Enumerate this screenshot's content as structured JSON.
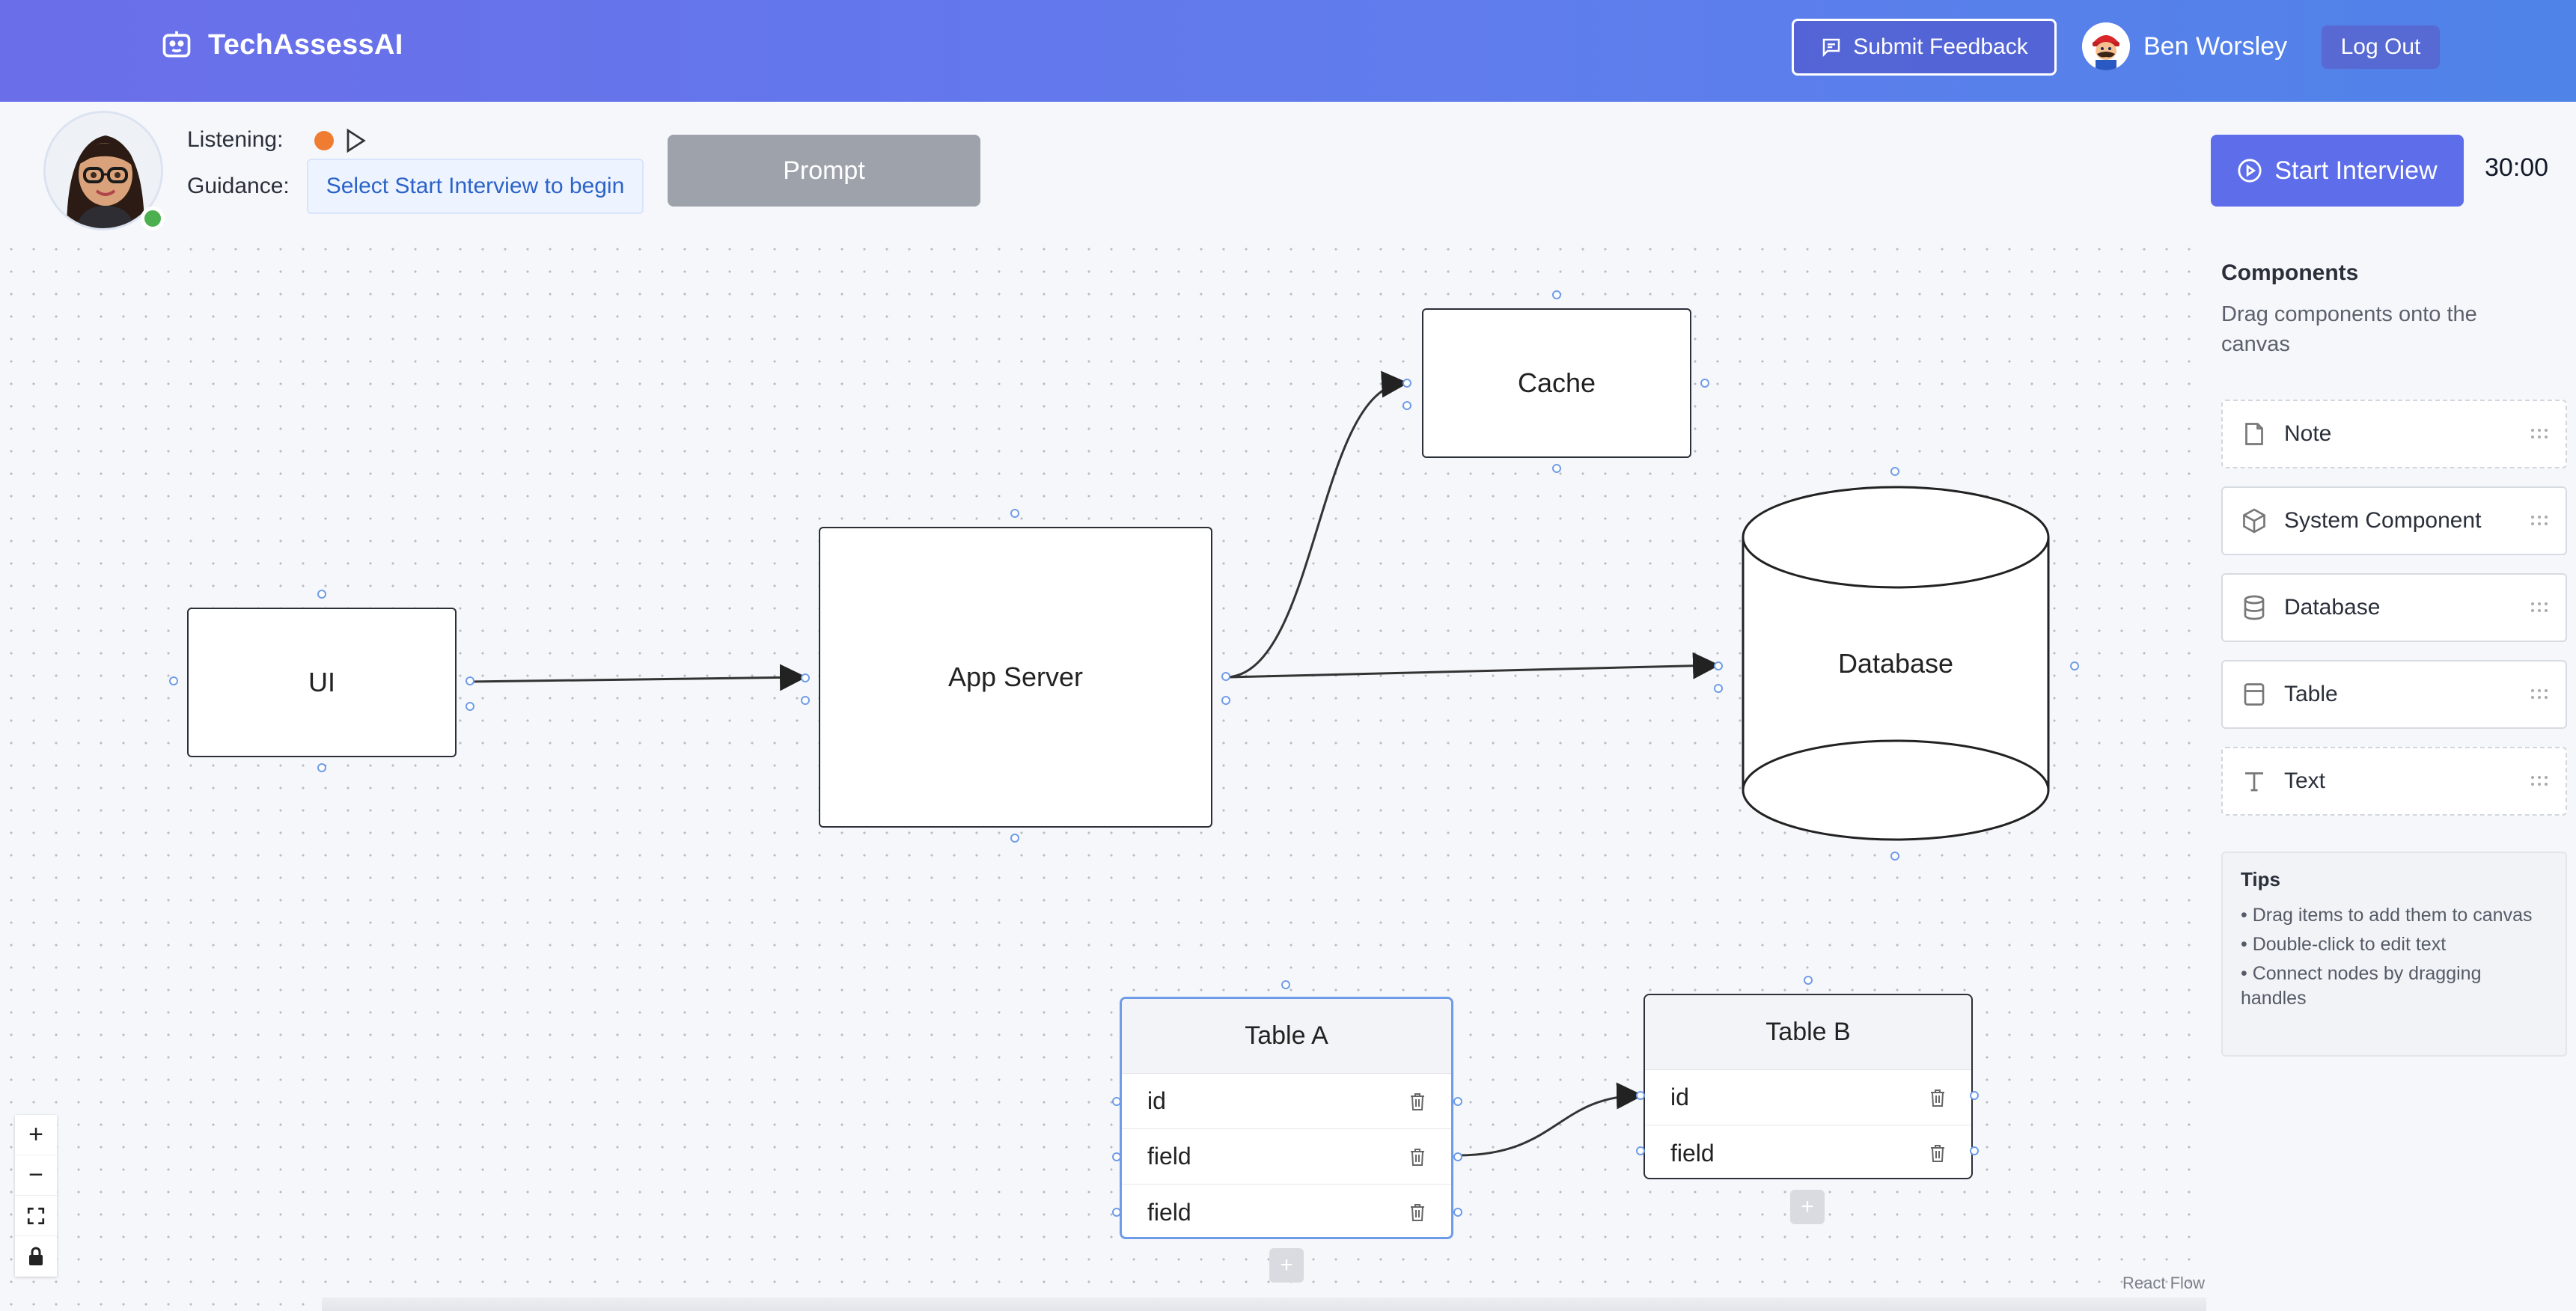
{
  "header": {
    "brand": "TechAssessAI",
    "feedback_label": "Submit Feedback",
    "user_name": "Ben Worsley",
    "logout_label": "Log Out"
  },
  "controls": {
    "listening_label": "Listening:",
    "guidance_label": "Guidance:",
    "guidance_text": "Select Start Interview to begin",
    "prompt_label": "Prompt",
    "start_label": "Start Interview",
    "timer": "30:00"
  },
  "diagram": {
    "nodes": {
      "ui": "UI",
      "app_server": "App Server",
      "cache": "Cache",
      "database": "Database"
    },
    "tables": [
      {
        "title": "Table A",
        "rows": [
          "id",
          "field",
          "field"
        ]
      },
      {
        "title": "Table B",
        "rows": [
          "id",
          "field"
        ]
      }
    ],
    "add_symbol": "+",
    "attribution": "React Flow"
  },
  "zoom": {
    "in": "+",
    "out": "−"
  },
  "sidebar": {
    "title": "Components",
    "subtitle": "Drag components onto the canvas",
    "items": [
      {
        "label": "Note",
        "icon": "note-icon"
      },
      {
        "label": "System Component",
        "icon": "cube-icon"
      },
      {
        "label": "Database",
        "icon": "database-icon"
      },
      {
        "label": "Table",
        "icon": "table-icon"
      },
      {
        "label": "Text",
        "icon": "text-icon"
      }
    ],
    "tips_title": "Tips",
    "tips": [
      "• Drag items to add them to canvas",
      "• Double-click to edit text",
      "• Connect nodes by dragging handles"
    ]
  },
  "colors": {
    "header_start": "#6a6ee9",
    "header_end": "#4f83e8",
    "primary": "#5e6de9",
    "listening": "#f07c32",
    "online": "#4caf50",
    "handle": "#6f9ce8"
  }
}
